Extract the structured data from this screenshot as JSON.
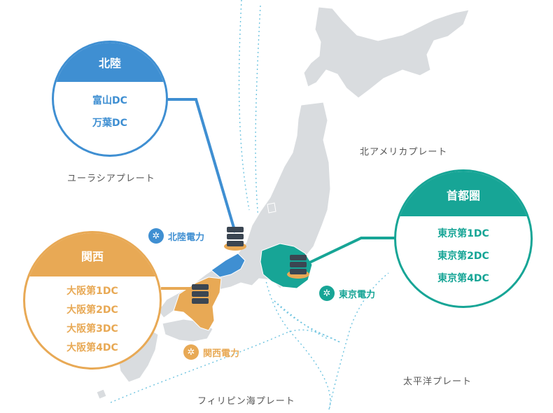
{
  "plates": {
    "eurasian": "ユーラシアプレート",
    "north_american": "北アメリカプレート",
    "pacific": "太平洋プレート",
    "philippine": "フィリピン海プレート"
  },
  "regions": {
    "hokuriku": {
      "title": "北陸",
      "dcs": [
        "富山DC",
        "万葉DC"
      ],
      "utility": "北陸電力",
      "color": "#3f8fd2"
    },
    "kansai": {
      "title": "関西",
      "dcs": [
        "大阪第1DC",
        "大阪第2DC",
        "大阪第3DC",
        "大阪第4DC"
      ],
      "utility": "関西電力",
      "color": "#e8a955"
    },
    "shutoken": {
      "title": "首都圏",
      "dcs": [
        "東京第1DC",
        "東京第2DC",
        "東京第4DC"
      ],
      "utility": "東京電力",
      "color": "#17a596"
    }
  },
  "icons": {
    "utility": "power-plant-icon",
    "server": "server-stack-icon"
  },
  "colors": {
    "land": "#d9dcdf",
    "trench": "#6fc4e0",
    "background": "#ffffff"
  }
}
